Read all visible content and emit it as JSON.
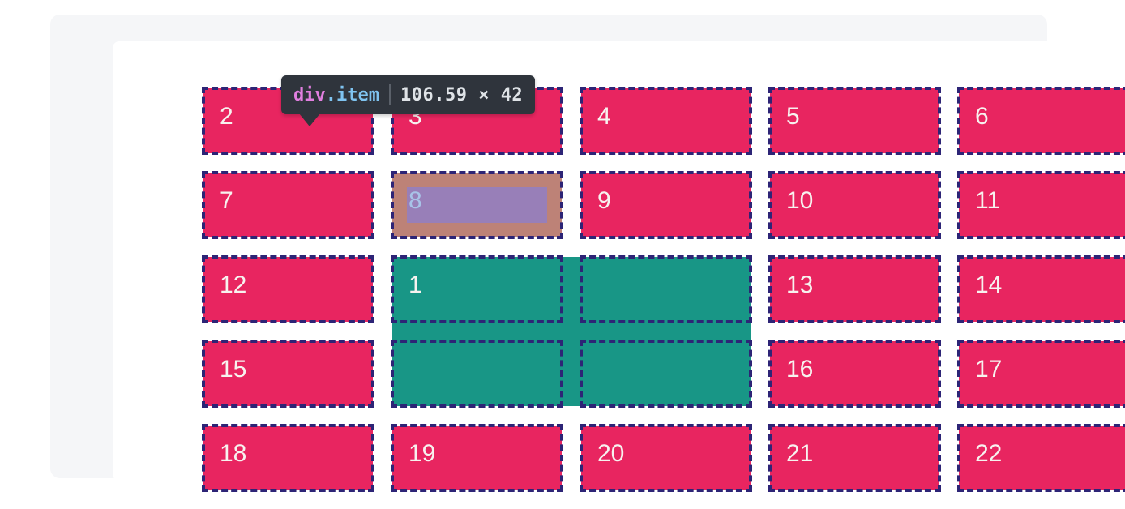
{
  "tooltip": {
    "tag": "div",
    "class": ".item",
    "separator": "|",
    "dimensions": "106.59 × 42"
  },
  "grid": {
    "columns": 5,
    "rows": 5,
    "overlay_cell_count": 25,
    "items": [
      {
        "label": "1",
        "variant": "teal",
        "col_start": 2,
        "row_start": 3,
        "col_span": 2,
        "row_span": 2
      },
      {
        "label": "2",
        "variant": "pink"
      },
      {
        "label": "3",
        "variant": "pink"
      },
      {
        "label": "4",
        "variant": "pink"
      },
      {
        "label": "5",
        "variant": "pink"
      },
      {
        "label": "6",
        "variant": "pink"
      },
      {
        "label": "7",
        "variant": "pink"
      },
      {
        "label": "8",
        "variant": "pink",
        "inspected": true
      },
      {
        "label": "9",
        "variant": "pink"
      },
      {
        "label": "10",
        "variant": "pink"
      },
      {
        "label": "11",
        "variant": "pink"
      },
      {
        "label": "12",
        "variant": "pink"
      },
      {
        "label": "13",
        "variant": "pink"
      },
      {
        "label": "14",
        "variant": "pink"
      },
      {
        "label": "15",
        "variant": "pink"
      },
      {
        "label": "16",
        "variant": "pink"
      },
      {
        "label": "17",
        "variant": "pink"
      },
      {
        "label": "18",
        "variant": "pink"
      },
      {
        "label": "19",
        "variant": "pink"
      },
      {
        "label": "20",
        "variant": "pink"
      },
      {
        "label": "21",
        "variant": "pink"
      },
      {
        "label": "22",
        "variant": "pink"
      }
    ]
  },
  "colors": {
    "panel_bg": "#f5f6f8",
    "item_pink": "#e82560",
    "item_teal": "#189686",
    "number_text": "#f7f2ef",
    "grid_line": "#2d2476",
    "highlight_padding": "#bd8277",
    "highlight_content": "#987fb8",
    "highlight_number": "#a8c3e8",
    "tooltip_bg": "#2f343c",
    "tooltip_tag": "#e17fe0",
    "tooltip_class": "#7fc3f0",
    "tooltip_separator": "#5a6069",
    "tooltip_dimensions": "#dfe3e7"
  }
}
